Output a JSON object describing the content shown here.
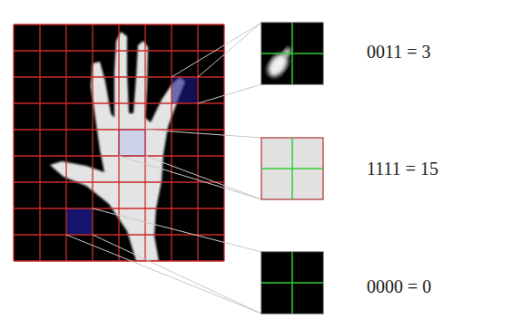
{
  "diagram": {
    "labels": [
      "0011 = 3",
      "1111 = 15",
      "0000 = 0"
    ]
  }
}
